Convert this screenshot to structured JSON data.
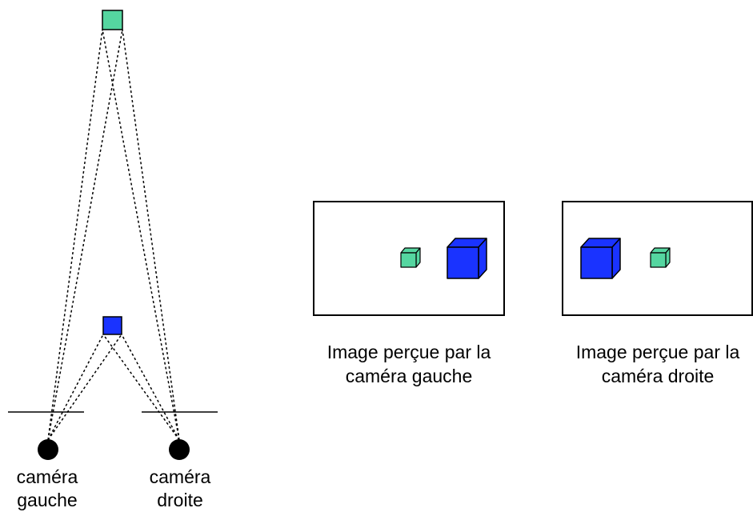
{
  "colors": {
    "near_object": "#1a33ff",
    "far_object": "#55d6a0",
    "outline": "#000000",
    "camera": "#000000"
  },
  "cameras": {
    "left_label_line1": "caméra",
    "left_label_line2": "gauche",
    "right_label_line1": "caméra",
    "right_label_line2": "droite"
  },
  "panels": [
    {
      "name": "left-view",
      "caption_line1": "Image perçue par la",
      "caption_line2": "caméra gauche"
    },
    {
      "name": "right-view",
      "caption_line1": "Image perçue par la",
      "caption_line2": "caméra droite"
    }
  ]
}
